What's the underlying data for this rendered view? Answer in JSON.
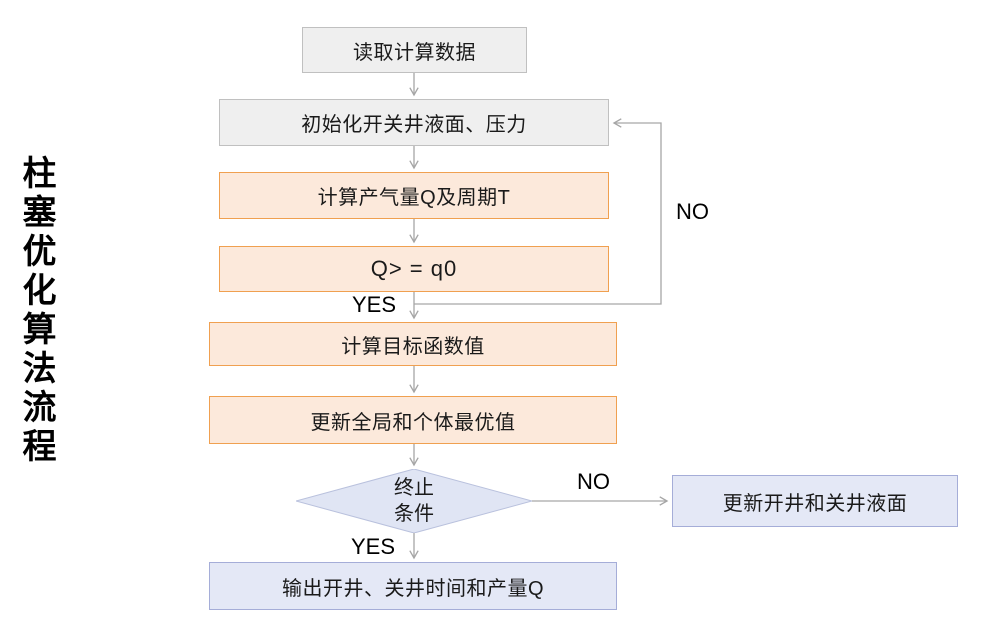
{
  "title": {
    "text": "柱塞优化算法流程"
  },
  "nodes": {
    "read_data": {
      "label": "读取计算数据",
      "type": "process-gray"
    },
    "init": {
      "label": "初始化开关井液面、压力",
      "type": "process-gray"
    },
    "compute_q": {
      "label": "计算产气量Q及周期T",
      "type": "process-orange"
    },
    "condition_q": {
      "label": "Q> = q0",
      "type": "condition-orange"
    },
    "objective": {
      "label": "计算目标函数值",
      "type": "process-orange"
    },
    "update_best": {
      "label": "更新全局和个体最优值",
      "type": "process-orange"
    },
    "terminate": {
      "label": "终止\n条件",
      "type": "decision-diamond"
    },
    "update_levels": {
      "label": "更新开井和关井液面",
      "type": "process-blue"
    },
    "output": {
      "label": "输出开井、关井时间和产量Q",
      "type": "process-blue"
    }
  },
  "edge_labels": {
    "q_yes": "YES",
    "q_no": "NO",
    "term_yes": "YES",
    "term_no": "NO"
  },
  "colors": {
    "gray_fill": "#efefef",
    "gray_border": "#c0c0c0",
    "orange_fill": "#fce9db",
    "orange_border": "#f0a050",
    "blue_fill": "#e4e8f6",
    "blue_border": "#a5add8",
    "diamond_fill": "#e0e5f4",
    "diamond_border": "#b9c1dd",
    "connector_line": "#a6a6a6",
    "text": "#1a1a1a"
  }
}
